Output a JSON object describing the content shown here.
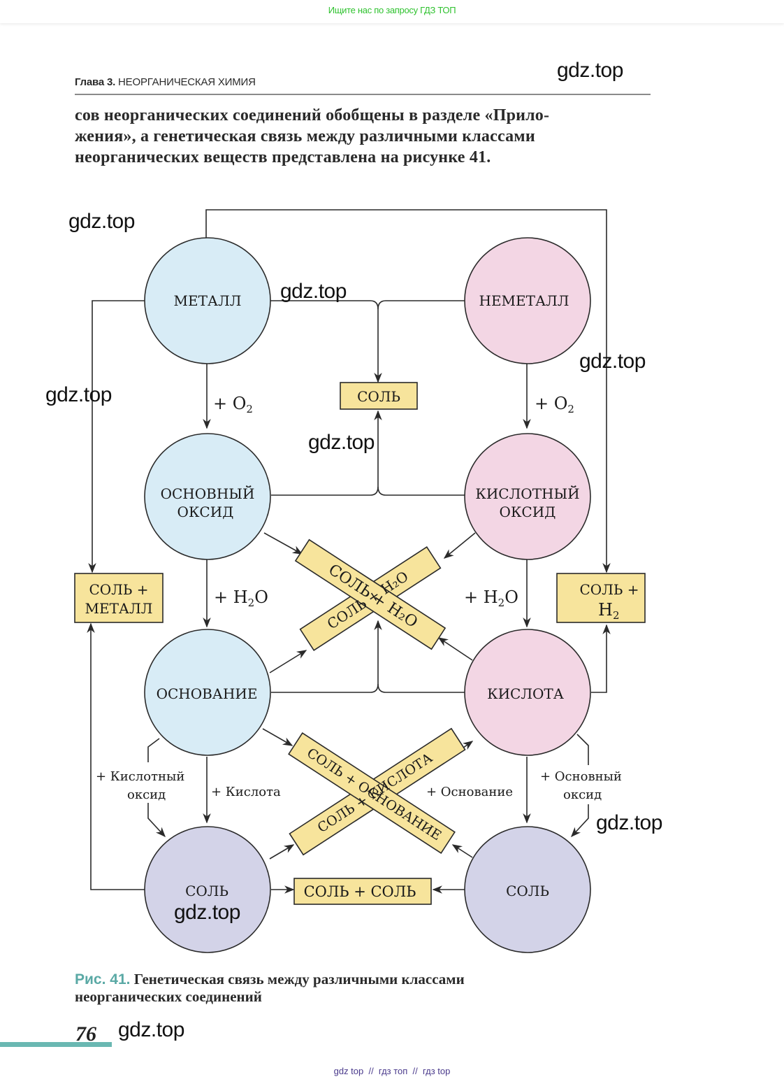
{
  "top_banner": "Ищите нас по запросу ГДЗ ТОП",
  "header": {
    "chapter_label": "Глава 3.",
    "chapter_title": "НЕОРГАНИЧЕСКАЯ ХИМИЯ"
  },
  "body_lines": [
    "сов неорганических соединений обобщены в разделе «Прило-",
    "жения», а генетическая связь между различными классами",
    "неорганических веществ представлена на рисунке 41."
  ],
  "diagram": {
    "colors": {
      "metal_fill": "#d8ecf6",
      "nonmetal_fill": "#f3d6e4",
      "salt_fill": "#d3d3e8",
      "box_fill": "#f7e49c",
      "stroke": "#2a2a2a"
    },
    "nodes": {
      "metal": [
        "МЕТАЛЛ"
      ],
      "nonmetal": [
        "НЕМЕТАЛЛ"
      ],
      "basic_oxide": [
        "ОСНОВНЫЙ",
        "ОКСИД"
      ],
      "acidic_oxide": [
        "КИСЛОТНЫЙ",
        "ОКСИД"
      ],
      "base": [
        "ОСНОВАНИЕ"
      ],
      "acid": [
        "КИСЛОТА"
      ],
      "salt_left": [
        "СОЛЬ"
      ],
      "salt_right": [
        "СОЛЬ"
      ]
    },
    "boxes": {
      "salt_top": "СОЛЬ",
      "salt_metal_line1": "СОЛЬ +",
      "salt_metal_line2": "МЕТАЛЛ",
      "salt_h2_line1": "СОЛЬ +",
      "salt_h2_line2": "H",
      "salt_h2_sub": "2",
      "salt_salt": "СОЛЬ + СОЛЬ",
      "cross1_a": "СОЛЬ + H₂O",
      "cross1_b": "СОЛЬ + H₂O",
      "cross2_a": "СОЛЬ + ОСНОВАНИЕ",
      "cross2_b": "СОЛЬ + КИСЛОТА"
    },
    "labels": {
      "o2_left": "+ O",
      "o2_right": "+ O",
      "o2_sub": "2",
      "h2o_left": "+ H",
      "h2o_right": "+ H",
      "h2o_sub": "2",
      "h2o_tail": "O",
      "acid_oxide_l1": "+ Кислотный",
      "acid_oxide_l2": "оксид",
      "plus_acid": "+ Кислота",
      "plus_base": "+ Основание",
      "basic_oxide_l1": "+ Основный",
      "basic_oxide_l2": "оксид"
    }
  },
  "watermarks": [
    "gdz.top",
    "gdz.top",
    "gdz.top",
    "gdz.top",
    "gdz.top",
    "gdz.top",
    "gdz.top",
    "gdz.top",
    "gdz.top"
  ],
  "caption": {
    "figure_label": "Рис. 41.",
    "line1": "Генетическая связь между различными классами",
    "line2": "неорганических соединений"
  },
  "page_number": "76",
  "footer": "gdz top  //  гдз топ  //  гдз top"
}
